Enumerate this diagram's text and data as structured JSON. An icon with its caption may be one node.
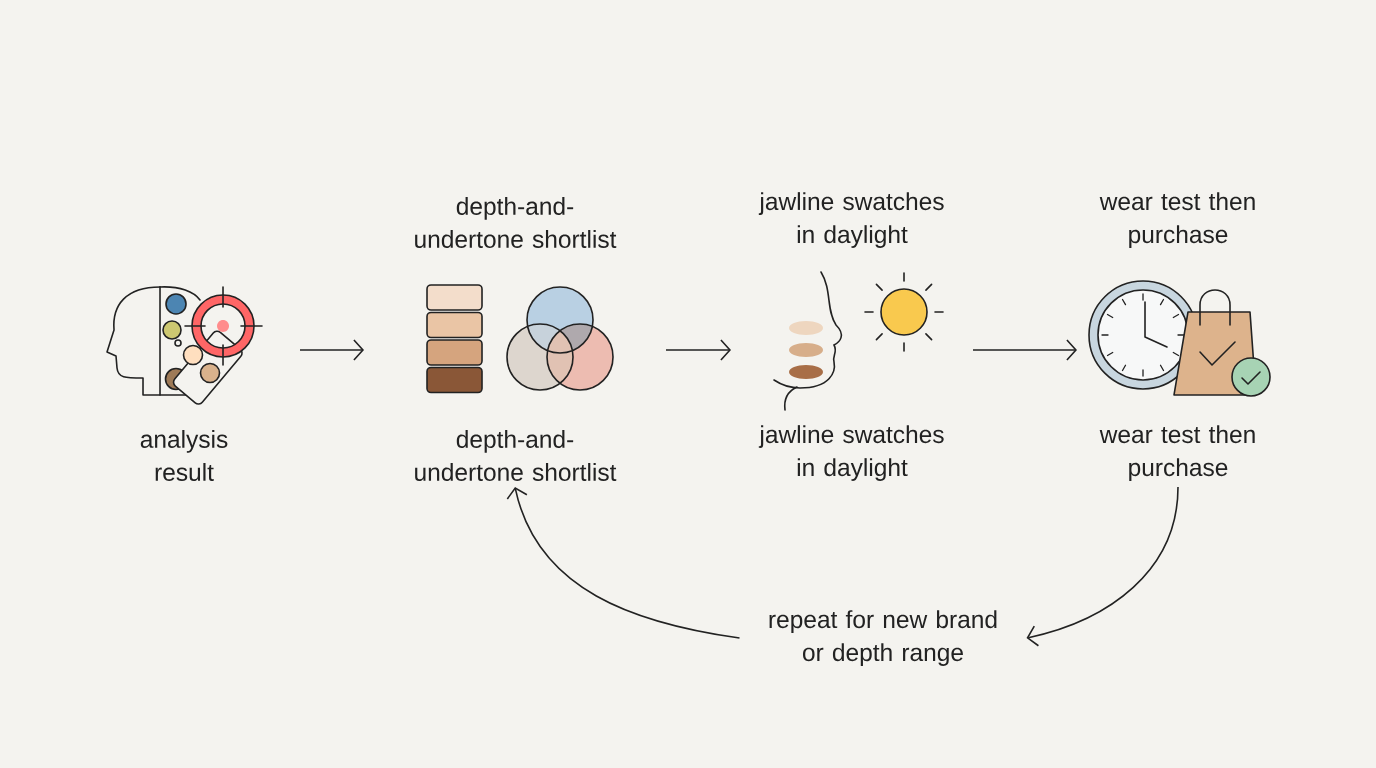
{
  "diagram": {
    "nodes": [
      {
        "text": [
          "analysis result"
        ]
      },
      {
        "text": [
          "depth-and-undertone shortlist",
          "depth-and-undertone shortlist"
        ]
      },
      {
        "text": [
          "jawline swatches in daylight",
          "jawline swatches in daylight"
        ]
      },
      {
        "text": [
          "wear test then purchase",
          "wear test then purchase"
        ]
      },
      {
        "text": [
          "repeat for new brand or depth range"
        ]
      }
    ],
    "edges": [
      {
        "from": 0,
        "to": 1,
        "arrow": "to"
      },
      {
        "from": 1,
        "to": 2,
        "arrow": "to"
      },
      {
        "from": 2,
        "to": 3,
        "arrow": "to"
      },
      {
        "from": 3,
        "to": 4,
        "arrow": "to"
      },
      {
        "from": 4,
        "to": 1,
        "arrow": "to"
      }
    ]
  }
}
